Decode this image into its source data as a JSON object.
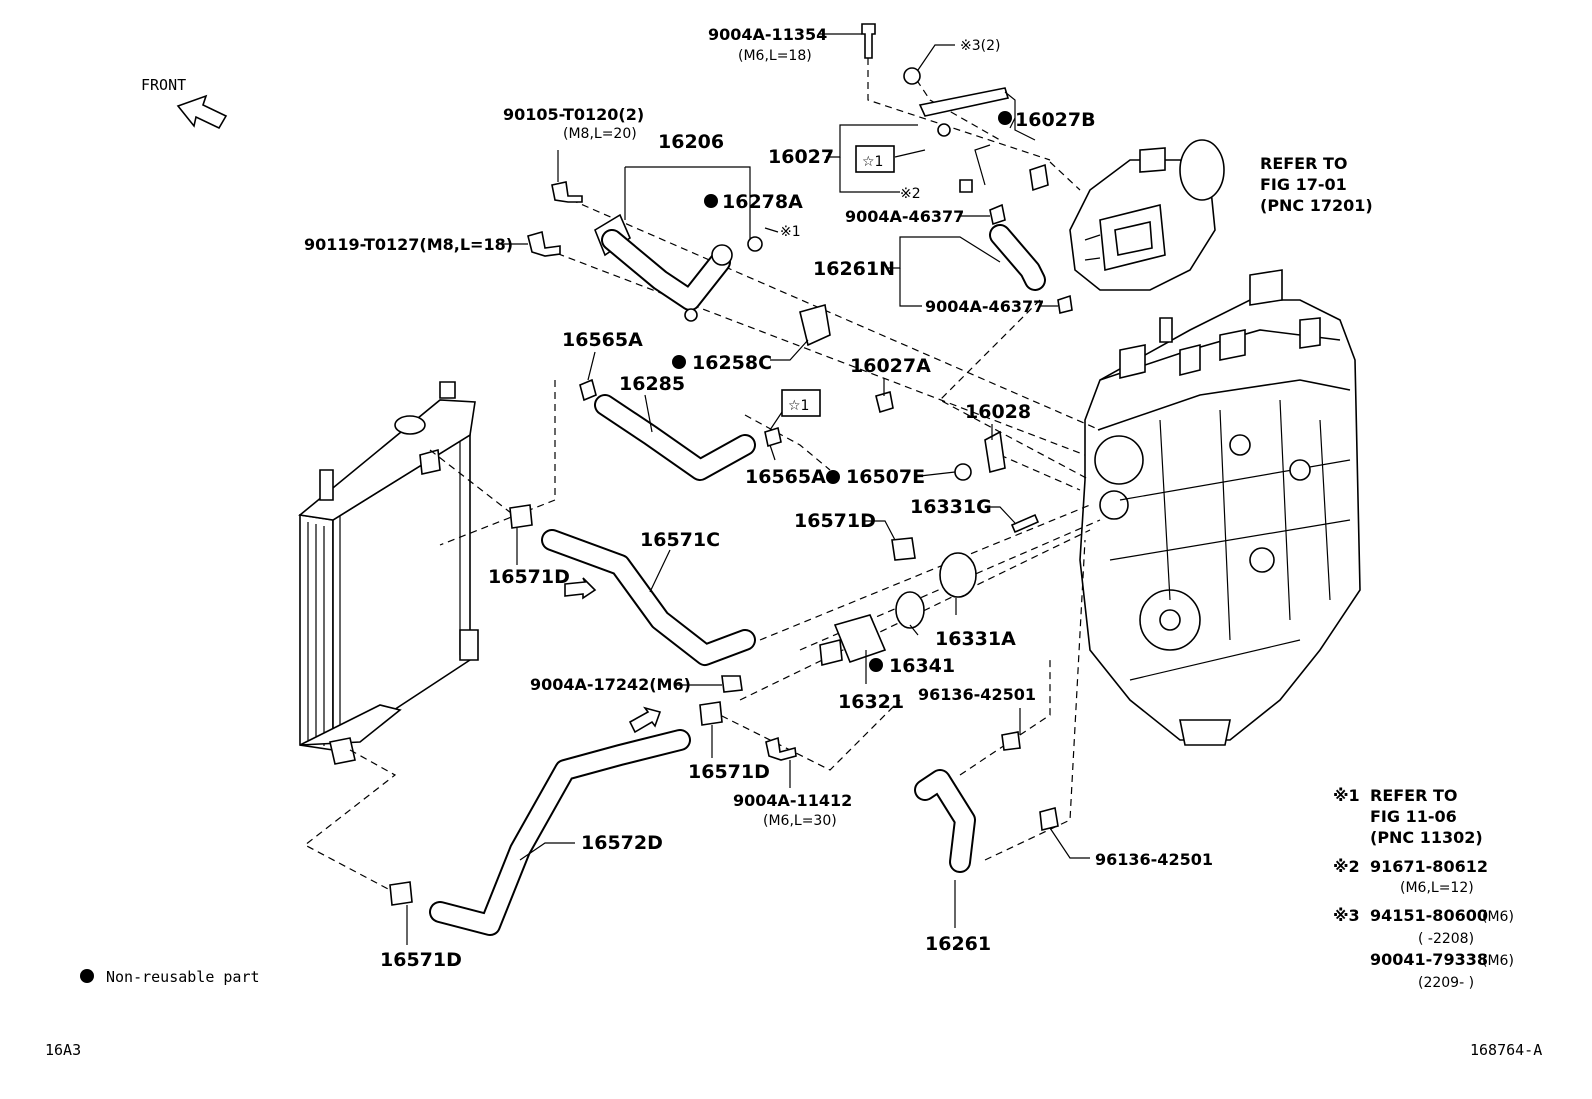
{
  "front_label": "FRONT",
  "labels": {
    "p9004A_11354": "9004A-11354",
    "p9004A_11354_spec": "(M6,L=18)",
    "note3_top": "※3(2)",
    "p90105": "90105-T0120(2)",
    "p90105_spec": "(M8,L=20)",
    "p16206": "16206",
    "p16027B": "16027B",
    "p16027": "16027",
    "star1_a": "☆1",
    "p16278A": "16278A",
    "note1_small": "※1",
    "note2_small": "※2",
    "p9004A_46377_a": "9004A-46377",
    "p90119": "90119-T0127(M8,L=18)",
    "p16261N": "16261N",
    "p9004A_46377_b": "9004A-46377",
    "refer_17": [
      "REFER TO",
      "FIG 17-01",
      "(PNC 17201)"
    ],
    "p16565A_a": "16565A",
    "p16258C": "16258C",
    "p16285": "16285",
    "p16027A": "16027A",
    "star1_b": "☆1",
    "p16028": "16028",
    "p16565A_b": "16565A",
    "p16507E": "16507E",
    "p16331G": "16331G",
    "p16571D_a": "16571D",
    "p16571C": "16571C",
    "p16571D_b": "16571D",
    "p16331A": "16331A",
    "p16341": "16341",
    "p9004A_17242": "9004A-17242(M6)",
    "p16321": "16321",
    "p96136_a": "96136-42501",
    "p16571D_c": "16571D",
    "p9004A_11412": "9004A-11412",
    "p9004A_11412_spec": "(M6,L=30)",
    "p16572D": "16572D",
    "p96136_b": "96136-42501",
    "p16571D_d": "16571D",
    "p16261": "16261"
  },
  "notes": {
    "n1_mark": "※1",
    "n1_lines": [
      "REFER TO",
      "FIG 11-06",
      "(PNC 11302)"
    ],
    "n2_mark": "※2",
    "n2_part": "91671-80612",
    "n2_spec": "(M6,L=12)",
    "n3_mark": "※3",
    "n3_part1": "94151-80600",
    "n3_part1_spec": "(M6)",
    "n3_part1_range": "(      -2208)",
    "n3_part2": "90041-79338",
    "n3_part2_spec": "(M6)",
    "n3_part2_range": "(2209-      )"
  },
  "legend": {
    "non_reusable": "Non-reusable part"
  },
  "footer": {
    "left_code": "16A3",
    "right_code": "168764-A"
  }
}
